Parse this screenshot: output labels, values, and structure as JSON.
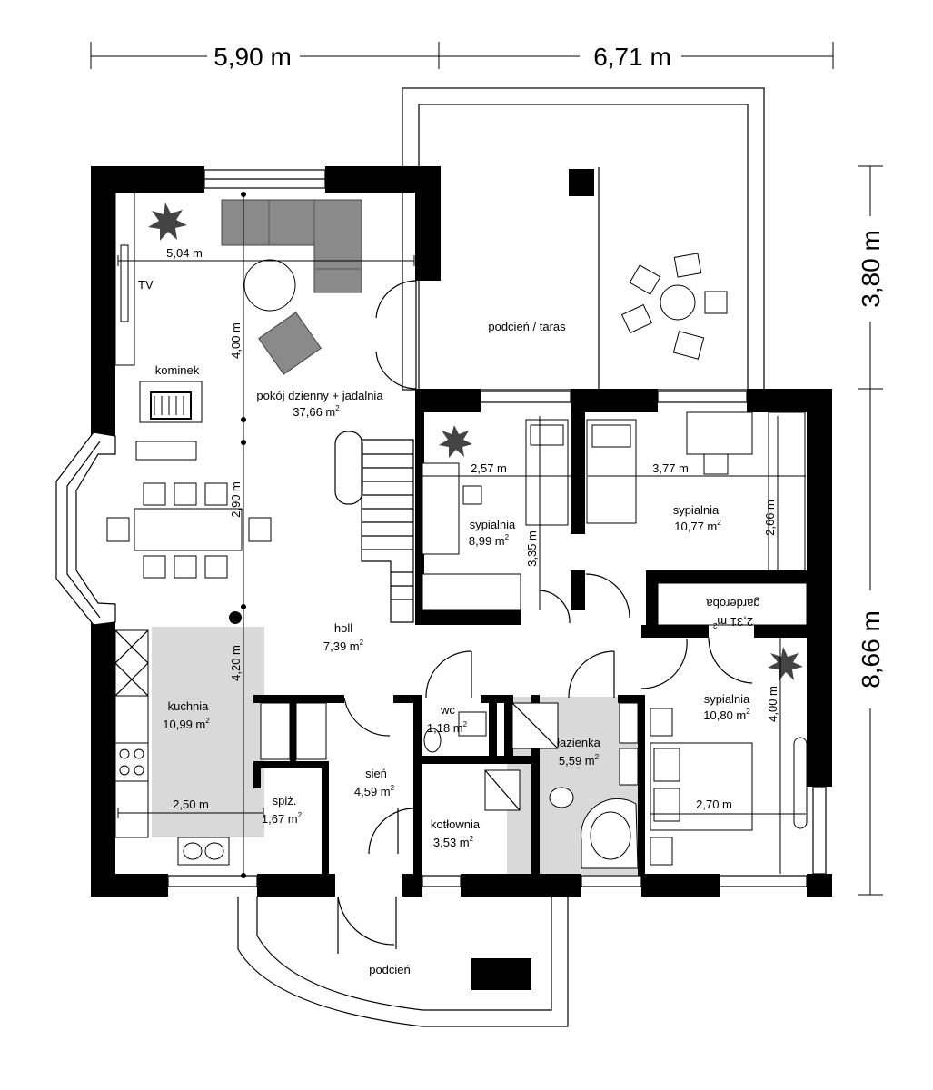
{
  "dimensions": {
    "top_left": "5,90 m",
    "top_right": "6,71 m",
    "right_upper": "3,80 m",
    "right_lower": "8,66 m",
    "living_width": "5,04 m",
    "living_height": "4,00 m",
    "dining_height": "2,90 m",
    "kitchen_height": "4,20 m",
    "kitchen_width": "2,50 m",
    "bed1_width": "2,57 m",
    "bed1_height": "3,35 m",
    "bed2_width": "3,77 m",
    "bed2_height": "2,66 m",
    "bed3_height": "4,00 m",
    "bed3_width": "2,70 m"
  },
  "rooms": {
    "living": {
      "name": "pokój dzienny + jadalnia",
      "area": "37,66 m",
      "unit": "2"
    },
    "terrace": {
      "name": "podcień / taras"
    },
    "tv": "TV",
    "fireplace": "kominek",
    "bed1": {
      "name": "sypialnia",
      "area": "8,99 m",
      "unit": "2"
    },
    "bed2": {
      "name": "sypialnia",
      "area": "10,77 m",
      "unit": "2"
    },
    "wardrobe": {
      "name": "garderoba",
      "area": "2,31 m",
      "unit": "2"
    },
    "hall": {
      "name": "holl",
      "area": "7,39 m",
      "unit": "2"
    },
    "kitchen": {
      "name": "kuchnia",
      "area": "10,99 m",
      "unit": "2"
    },
    "wc": {
      "name": "wc",
      "area": "1,18 m",
      "unit": "2"
    },
    "bathroom": {
      "name": "łazienka",
      "area": "5,59 m",
      "unit": "2"
    },
    "bed3": {
      "name": "sypialnia",
      "area": "10,80 m",
      "unit": "2"
    },
    "vestibule": {
      "name": "sień",
      "area": "4,59 m",
      "unit": "2"
    },
    "pantry": {
      "name": "spiż.",
      "area": "1,67 m",
      "unit": "2"
    },
    "boiler": {
      "name": "kotłownia",
      "area": "3,53 m",
      "unit": "2"
    },
    "porch": {
      "name": "podcień"
    }
  }
}
